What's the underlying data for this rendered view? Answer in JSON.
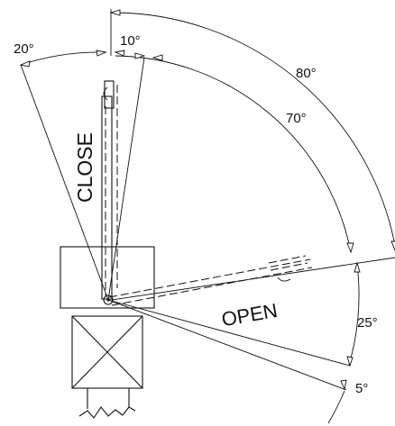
{
  "labels": {
    "close": "CLOSE",
    "open": "OPEN"
  },
  "angles": {
    "a80": "80°",
    "a70": "70°",
    "a10": "10°",
    "a20": "20°",
    "a25": "25°",
    "a5": "5°"
  },
  "colors": {
    "line": "#111111",
    "background": "#ffffff"
  }
}
